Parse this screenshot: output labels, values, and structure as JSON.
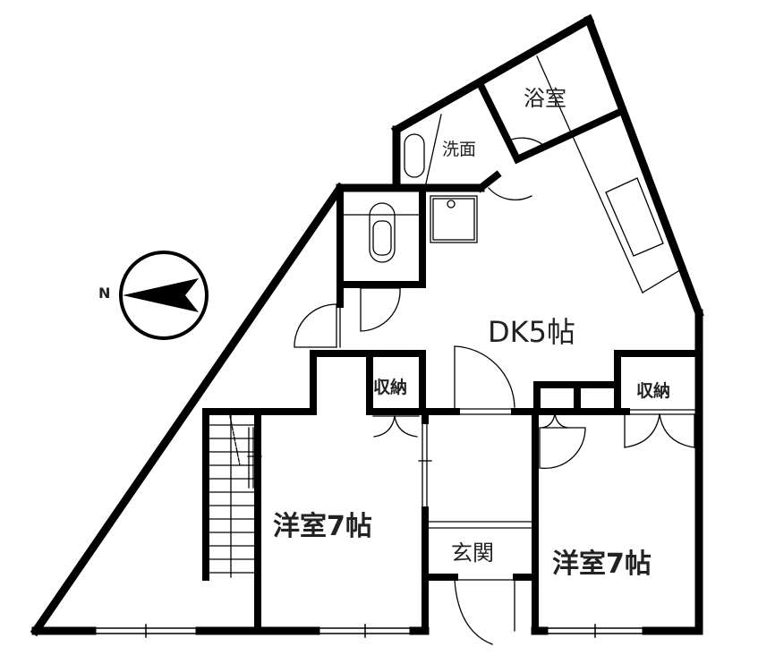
{
  "floor_plan": {
    "compass": {
      "label": "N",
      "direction": "left"
    },
    "rooms": [
      {
        "id": "bath",
        "label": "浴室"
      },
      {
        "id": "washroom",
        "label": "洗面"
      },
      {
        "id": "dk",
        "label": "DK5帖"
      },
      {
        "id": "storage_center",
        "label": "収納"
      },
      {
        "id": "storage_right",
        "label": "収納"
      },
      {
        "id": "western_left",
        "label": "洋室7帖"
      },
      {
        "id": "western_right",
        "label": "洋室7帖"
      },
      {
        "id": "entrance",
        "label": "玄関"
      }
    ],
    "colors": {
      "wall": "#000000",
      "background": "#ffffff",
      "text": "#222222"
    }
  }
}
